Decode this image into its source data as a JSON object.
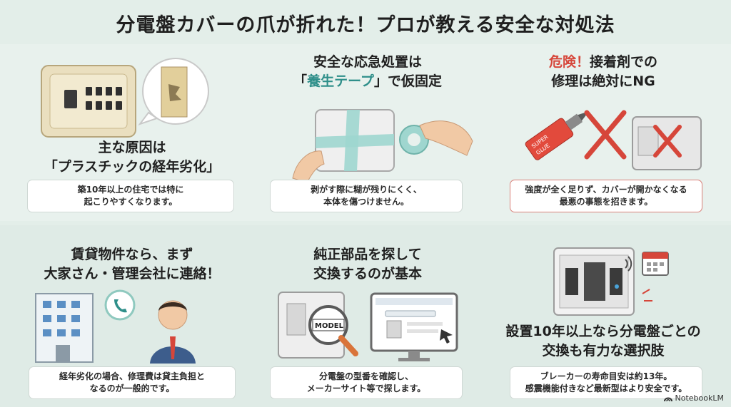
{
  "title": "分電盤カバーの爪が折れた！プロが教える安全な対処法",
  "brand": "NotebookLM",
  "panels": {
    "cause": {
      "title_line1": "主な原因は",
      "title_line2": "「プラスチックの経年劣化」",
      "note_line1": "築10年以上の住宅では特に",
      "note_line2": "起こりやすくなります。"
    },
    "tape": {
      "title_line1": "安全な応急処置は",
      "title_pre": "「",
      "title_highlight": "養生テープ",
      "title_post": "」で仮固定",
      "note_line1": "剥がす際に糊が残りにくく、",
      "note_line2": "本体を傷つけません。"
    },
    "glue": {
      "title_highlight": "危険！",
      "title_rest": "接着剤での",
      "title_line2": "修理は絶対にNG",
      "glue_label_1": "SUPER",
      "glue_label_2": "GLUE",
      "note_line1": "強度が全く足りず、カバーが開かなくなる",
      "note_line2": "最悪の事態を招きます。"
    },
    "rental": {
      "title_line1": "賃貸物件なら、まず",
      "title_line2": "大家さん・管理会社に連絡！",
      "note_line1": "経年劣化の場合、修理費は貸主負担と",
      "note_line2": "なるのが一般的です。"
    },
    "parts": {
      "title_line1": "純正部品を探して",
      "title_line2": "交換するのが基本",
      "model_label": "MODEL",
      "note_line1": "分電盤の型番を確認し、",
      "note_line2": "メーカーサイト等で探します。"
    },
    "replace": {
      "title_line1": "設置10年以上なら分電盤ごとの",
      "title_line2": "交換も有力な選択肢",
      "note_line1": "ブレーカーの寿命目安は約13年。",
      "note_line2": "感震機能付きなど最新型はより安全です。"
    }
  },
  "colors": {
    "accent_teal": "#2f8f8a",
    "danger_red": "#d6463a",
    "background": "#e3eee9"
  }
}
